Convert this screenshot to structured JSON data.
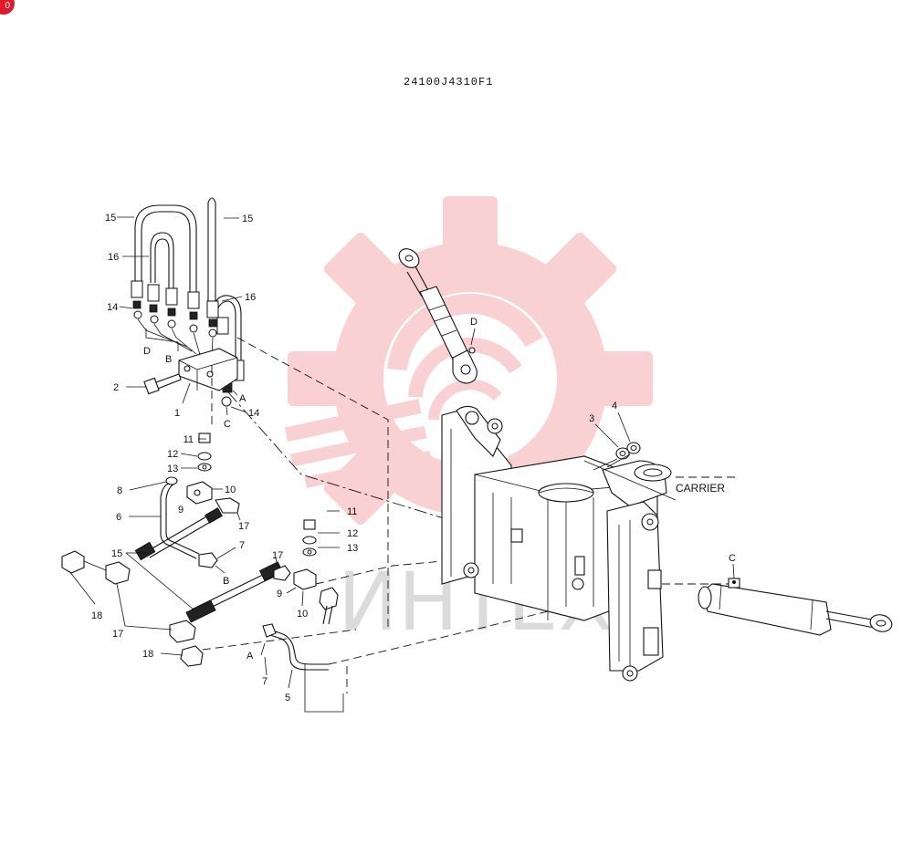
{
  "drawing_code": "24100J4310F1",
  "badge": "0",
  "watermark": {
    "text": "ИНТЕХ",
    "color": "#e8333a"
  },
  "carrier_label": "CARRIER",
  "labels": {
    "15a": "15",
    "15b": "15",
    "16a": "16",
    "16b": "16",
    "14a": "14",
    "14b": "14",
    "d1": "D",
    "b1": "B",
    "a1": "A",
    "c1": "C",
    "2": "2",
    "1": "1",
    "11a": "11",
    "12a": "12",
    "13a": "13",
    "8": "8",
    "10a": "10",
    "9a": "9",
    "6": "6",
    "17a": "17",
    "7a": "7",
    "b2": "B",
    "15c": "15",
    "18a": "18",
    "17b": "17",
    "18b": "18",
    "11b": "11",
    "12b": "12",
    "13b": "13",
    "17c": "17",
    "9b": "9",
    "10b": "10",
    "a2": "A",
    "7b": "7",
    "5": "5",
    "d2": "D",
    "3": "3",
    "4": "4",
    "c2": "C"
  }
}
